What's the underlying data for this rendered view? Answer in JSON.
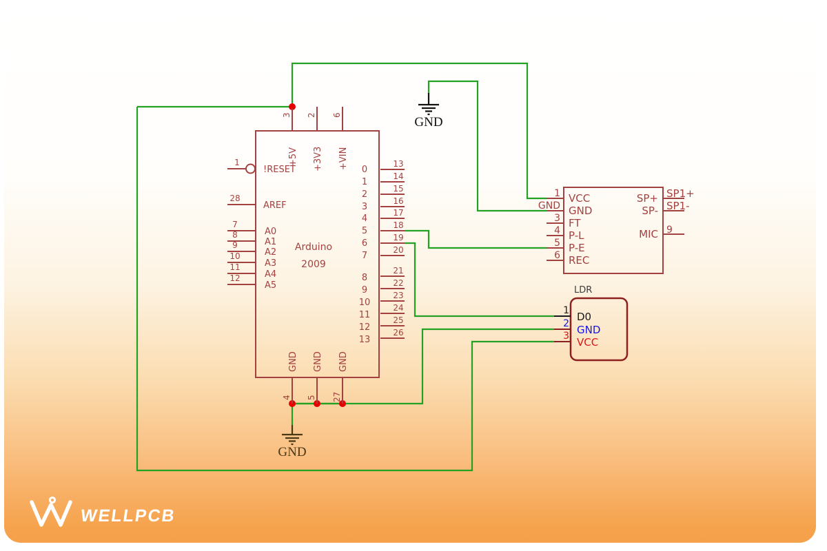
{
  "logo": {
    "brand": "WELLPCB"
  },
  "colors": {
    "wire_green": "#23a123",
    "component_red": "#a34141",
    "junction_red": "#e60000",
    "ldr_border": "#8d1f1f",
    "ldr_pin1_black": "#1a1a1a",
    "ldr_pin2_blue": "#1616dd",
    "ldr_pin3_red": "#dd1616",
    "ground_top_black": "#111111",
    "ground_bottom_brown": "#4a3714",
    "background_orange": "#f5a04a",
    "ldr_title_gray": "#3c3c3c"
  },
  "arduino": {
    "name": "Arduino",
    "year": "2009",
    "top_pins": [
      {
        "num": "3",
        "label": "+5V"
      },
      {
        "num": "2",
        "label": "+3V3"
      },
      {
        "num": "6",
        "label": "+VIN"
      }
    ],
    "left_pins": [
      {
        "num": "1",
        "label": "!RESET"
      },
      {
        "num": "28",
        "label": "AREF"
      },
      {
        "num": "7",
        "label": "A0"
      },
      {
        "num": "8",
        "label": "A1"
      },
      {
        "num": "9",
        "label": "A2"
      },
      {
        "num": "10",
        "label": "A3"
      },
      {
        "num": "11",
        "label": "A4"
      },
      {
        "num": "12",
        "label": "A5"
      }
    ],
    "right_pins_upper": [
      {
        "num": "13",
        "label": "0"
      },
      {
        "num": "14",
        "label": "1"
      },
      {
        "num": "15",
        "label": "2"
      },
      {
        "num": "16",
        "label": "3"
      },
      {
        "num": "17",
        "label": "4"
      },
      {
        "num": "18",
        "label": "5"
      },
      {
        "num": "19",
        "label": "6"
      },
      {
        "num": "20",
        "label": "7"
      }
    ],
    "right_pins_lower": [
      {
        "num": "21",
        "label": "8"
      },
      {
        "num": "22",
        "label": "9"
      },
      {
        "num": "23",
        "label": "10"
      },
      {
        "num": "24",
        "label": "11"
      },
      {
        "num": "25",
        "label": "12"
      },
      {
        "num": "26",
        "label": "13"
      }
    ],
    "bottom_pins": [
      {
        "num": "4",
        "label": "GND"
      },
      {
        "num": "5",
        "label": "GND"
      },
      {
        "num": "27",
        "label": "GND"
      }
    ]
  },
  "sound_module": {
    "left_pins": [
      {
        "num": "1",
        "label": "VCC"
      },
      {
        "num": "GND",
        "label": "GND"
      },
      {
        "num": "3",
        "label": "FT"
      },
      {
        "num": "4",
        "label": "P-L"
      },
      {
        "num": "5",
        "label": "P-E"
      },
      {
        "num": "6",
        "label": "REC"
      }
    ],
    "right_pins": [
      {
        "label": "SP+",
        "net": "SP1+"
      },
      {
        "label": "SP-",
        "net": "SP1-"
      },
      {
        "label": "MIC",
        "net": "9"
      }
    ]
  },
  "ldr_module": {
    "title": "LDR",
    "pins": [
      {
        "num": "1",
        "label": "D0"
      },
      {
        "num": "2",
        "label": "GND"
      },
      {
        "num": "3",
        "label": "VCC"
      }
    ]
  },
  "grounds": {
    "top": "GND",
    "bottom": "GND"
  }
}
